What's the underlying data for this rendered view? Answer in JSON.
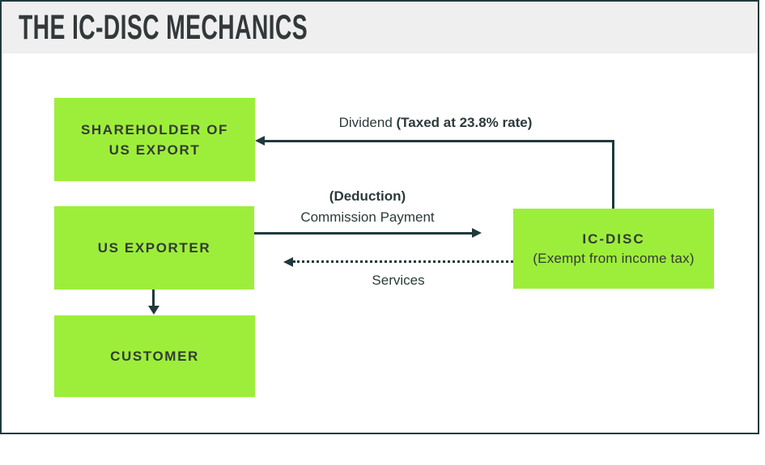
{
  "title": "THE IC-DISC MECHANICS",
  "boxes": {
    "shareholder": {
      "line1": "SHAREHOLDER OF",
      "line2": "US EXPORT"
    },
    "us_exporter": {
      "label": "US EXPORTER"
    },
    "customer": {
      "label": "CUSTOMER"
    },
    "ic_disc": {
      "name": "IC-DISC",
      "subtitle": "(Exempt from income tax)"
    }
  },
  "arrows": {
    "dividend": {
      "prefix": "Dividend ",
      "emphasis": "(Taxed at 23.8% rate)",
      "style": "solid",
      "direction": "ic_disc-to-shareholder"
    },
    "commission": {
      "deduction": "(Deduction)",
      "label": "Commission Payment",
      "style": "solid",
      "direction": "us_exporter-to-ic_disc"
    },
    "services": {
      "label": "Services",
      "style": "dotted",
      "direction": "ic_disc-to-us_exporter"
    },
    "sale": {
      "label": "",
      "style": "solid",
      "direction": "us_exporter-to-customer"
    }
  },
  "colors": {
    "box_green": "#9dee3b",
    "line_dark_teal": "#20393c",
    "header_bg": "#efefef",
    "frame_border": "#1e3a3c",
    "title_text": "#33383a",
    "box_text": "#333b33"
  }
}
